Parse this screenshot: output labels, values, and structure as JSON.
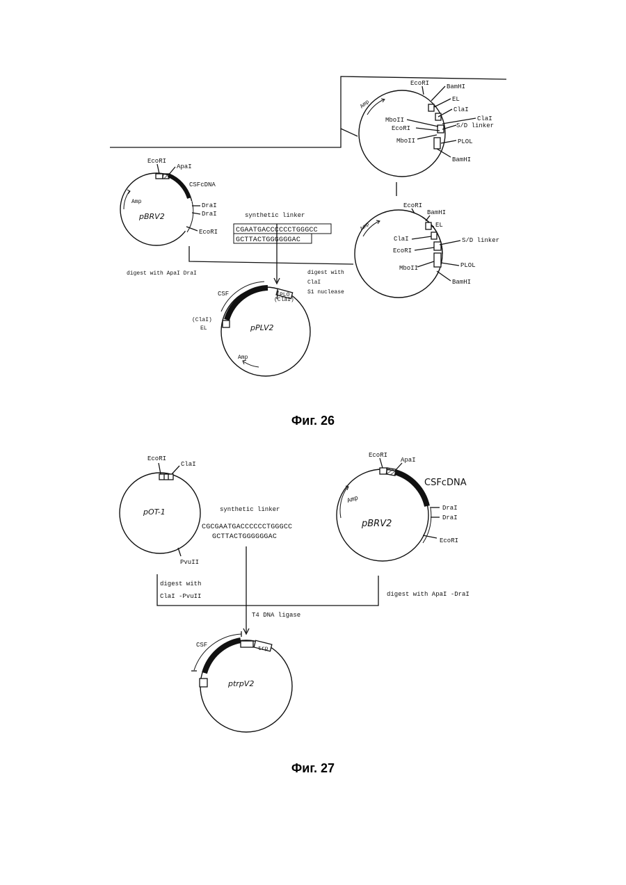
{
  "fig26": {
    "caption": "Фиг. 26",
    "plasmid_top_right": {
      "amp": "Amp",
      "ecori": "EcoRI",
      "bamhi": "BamHI",
      "el": "EL",
      "clai": "ClaI",
      "clai2": "ClaI",
      "mbo_a": "MboII",
      "ecori2": "EcoRI",
      "mbo_b": "MboII",
      "sd_linker": "S/D linker",
      "plo": "PLOL",
      "bamhi2": "BamHI"
    },
    "plasmid_pbrv2": {
      "name": "pBRV2",
      "ecori": "EcoRI",
      "apai": "ApaI",
      "csf": "CSFcDNA",
      "dra1": "DraI",
      "dra2": "DraI",
      "ecori2": "EcoRI",
      "amp": "Amp"
    },
    "linker": {
      "title": "synthetic linker",
      "seq1": "CGAATGACCCCCCTGGGCC",
      "seq2": "GCTTACTGGGGGGAC"
    },
    "plasmid_mid_right": {
      "amp": "Amp",
      "ecori": "EcoRI",
      "bamhi": "BamHI",
      "el": "EL",
      "clai": "ClaI",
      "sd_linker": "S/D linker",
      "ecori2": "EcoRI",
      "plo": "PLOL",
      "mbo": "MboII",
      "bamhi2": "BamHI"
    },
    "digest_left": "digest with ApaI  DraI",
    "digest_right": [
      "digest with",
      "ClaI",
      "S1 nuclease"
    ],
    "plasmid_bottom": {
      "name": "pPLV2",
      "csf": "CSF",
      "cla_top": "(ClaI)",
      "cla_left": "(ClaI)",
      "el": "EL",
      "plo": "PLO",
      "amp": "Amp"
    }
  },
  "fig27": {
    "caption": "Фиг. 27",
    "plasmid_pot": {
      "name": "pOT-1",
      "ecori": "EcoRI",
      "clai": "ClaI",
      "pvuii": "PvuII"
    },
    "linker": {
      "title": "synthetic linker",
      "seq1": "CGCGAATGACCCCCCTGGGCC",
      "seq2": "GCTTACTGGGGGGAC"
    },
    "plasmid_pbrv2": {
      "name": "pBRV2",
      "ecori": "EcoRI",
      "apai": "ApaI",
      "csf": "CSFcDNA",
      "dra1": "DraI",
      "dra2": "DraI",
      "ecori2": "EcoRI",
      "amp": "Amp"
    },
    "digest_left": [
      "digest with",
      "ClaI -PvuII"
    ],
    "digest_right": "digest with ApaI -DraI",
    "ligase": "T4 DNA ligase",
    "plasmid_ptrp": {
      "name": "ptrpV2",
      "csf": "CSF",
      "trp": "trp"
    }
  }
}
